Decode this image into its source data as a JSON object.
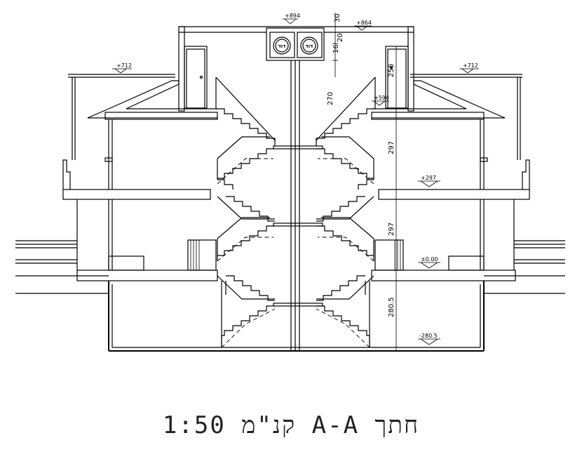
{
  "drawing": {
    "caption": "חתך A-A קנ\"מ 1:50",
    "level_marks": {
      "top_roof": "+894",
      "upper_roof": "+864",
      "side_roof_left": "+712",
      "side_roof_right": "+712",
      "landing_upper": "+594",
      "floor_first": "+297",
      "floor_ground": "±0.00",
      "floor_basement": "-280.5"
    },
    "dimensions": {
      "parapet": "30",
      "top_slab": "20",
      "top_gap": "16",
      "door_height": "250",
      "upper_storey": "270",
      "storey_1": "297",
      "storey_2": "297",
      "basement_storey": "280.5"
    },
    "tank_labels": [
      "דוד",
      "דוד"
    ]
  }
}
